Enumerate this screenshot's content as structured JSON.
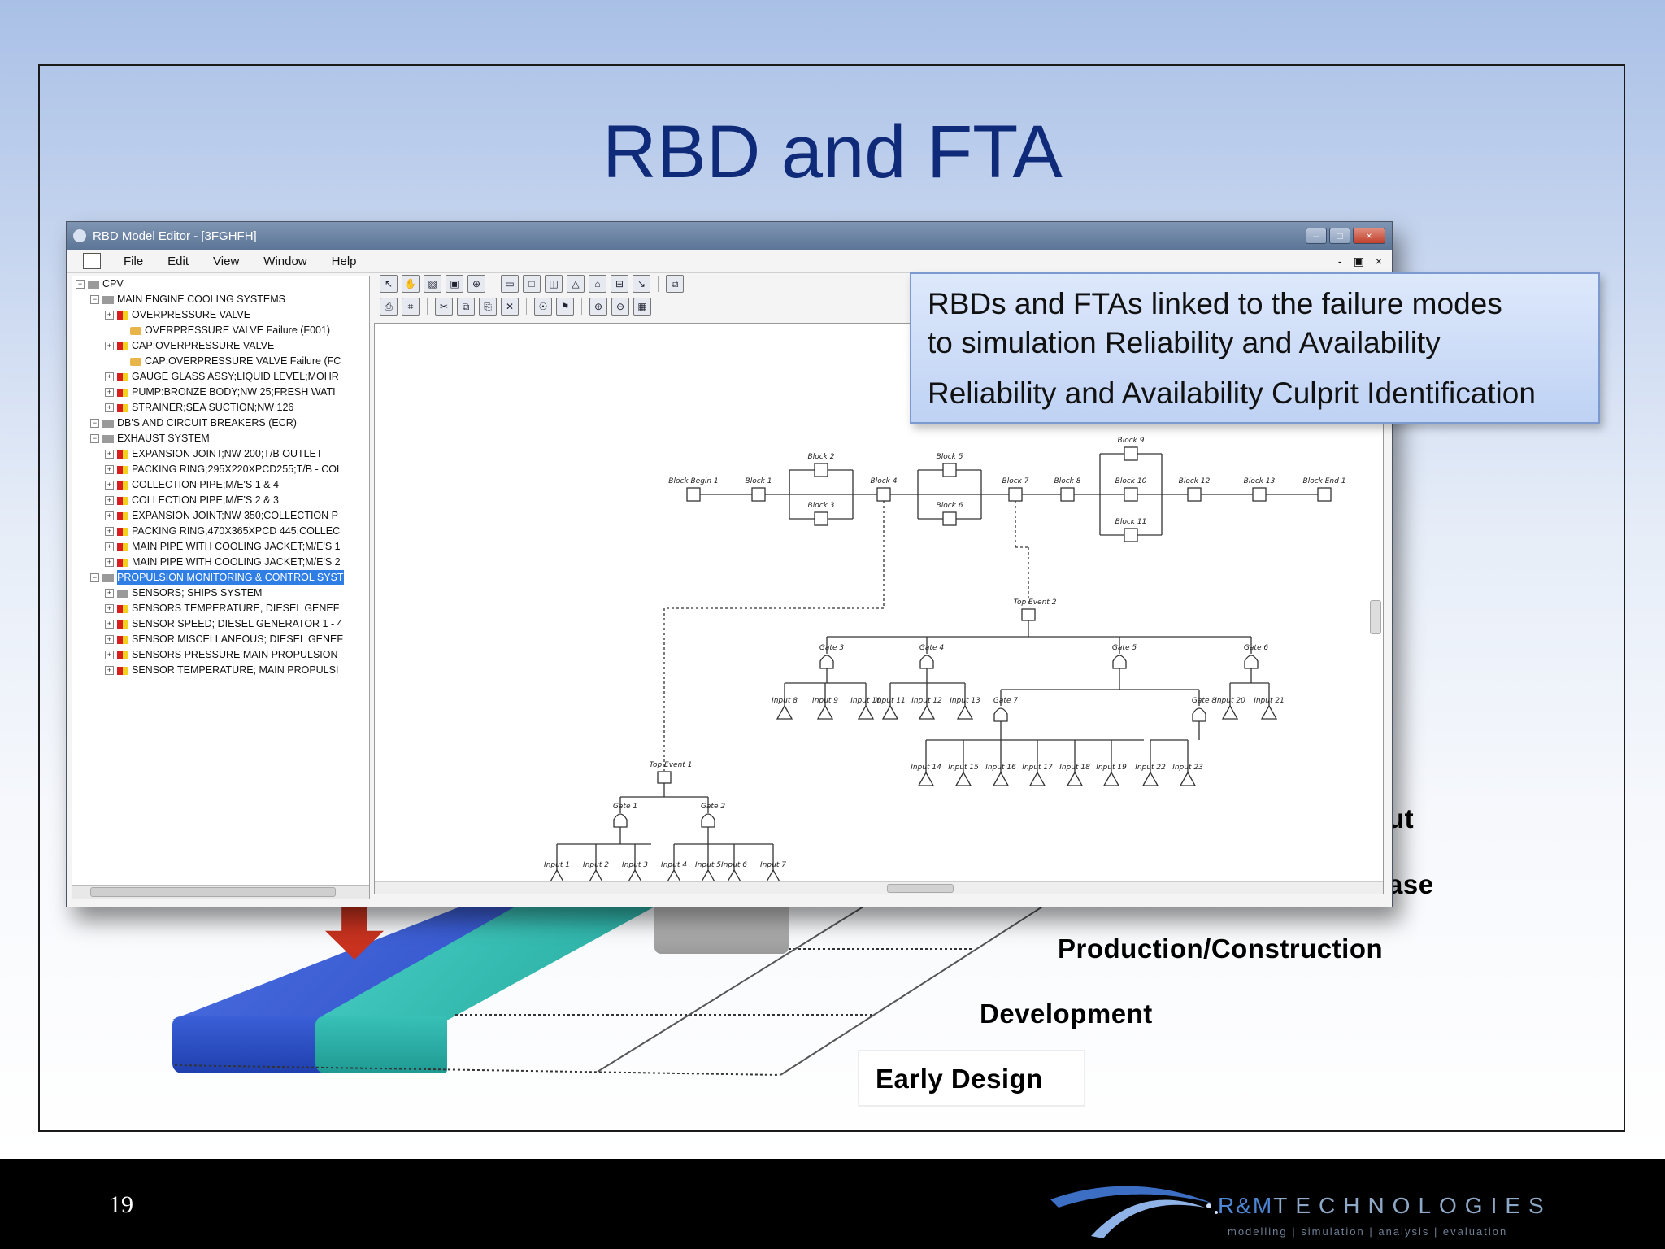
{
  "slide": {
    "title": "RBD and FTA",
    "page_number": "19",
    "callout": {
      "line1": "RBDs and FTAs  linked to the failure modes",
      "line2": "to simulation Reliability and Availability",
      "line3": "Reliability and Availability Culprit Identification"
    },
    "phases": [
      "ut",
      "ase",
      "Production/Construction",
      "Development",
      "Early Design"
    ]
  },
  "window": {
    "title": "RBD Model Editor - [3FGHFH]",
    "menu": [
      "File",
      "Edit",
      "View",
      "Window",
      "Help"
    ],
    "mdi_controls": [
      "-",
      "▣",
      "×"
    ],
    "title_buttons": [
      "–",
      "□",
      "×"
    ]
  },
  "tree": [
    {
      "level": 0,
      "icon": "gray",
      "label": "CPV"
    },
    {
      "level": 1,
      "icon": "gray",
      "label": "MAIN ENGINE COOLING SYSTEMS"
    },
    {
      "level": 2,
      "icon": "red",
      "label": "OVERPRESSURE VALVE"
    },
    {
      "level": 3,
      "icon": "gear",
      "label": "OVERPRESSURE VALVE Failure (F001)"
    },
    {
      "level": 2,
      "icon": "red",
      "label": "CAP:OVERPRESSURE VALVE"
    },
    {
      "level": 3,
      "icon": "gear",
      "label": "CAP:OVERPRESSURE VALVE Failure (FC"
    },
    {
      "level": 2,
      "icon": "red",
      "label": "GAUGE GLASS ASSY;LIQUID LEVEL;MOHR"
    },
    {
      "level": 2,
      "icon": "red",
      "label": "PUMP:BRONZE BODY;NW 25;FRESH WATI"
    },
    {
      "level": 2,
      "icon": "red",
      "label": "STRAINER;SEA SUCTION;NW 126"
    },
    {
      "level": 1,
      "icon": "gray",
      "label": "DB'S AND CIRCUIT BREAKERS (ECR)"
    },
    {
      "level": 1,
      "icon": "gray",
      "label": "EXHAUST SYSTEM"
    },
    {
      "level": 2,
      "icon": "red",
      "label": "EXPANSION JOINT;NW 200;T/B OUTLET"
    },
    {
      "level": 2,
      "icon": "red",
      "label": "PACKING RING;295X220XPCD255;T/B - COL"
    },
    {
      "level": 2,
      "icon": "red",
      "label": "COLLECTION PIPE;M/E'S 1 & 4"
    },
    {
      "level": 2,
      "icon": "red",
      "label": "COLLECTION PIPE;M/E'S 2 & 3"
    },
    {
      "level": 2,
      "icon": "red",
      "label": "EXPANSION JOINT;NW 350;COLLECTION P"
    },
    {
      "level": 2,
      "icon": "red",
      "label": "PACKING RING;470X365XPCD 445;COLLEC"
    },
    {
      "level": 2,
      "icon": "red",
      "label": "MAIN PIPE WITH COOLING JACKET;M/E'S 1"
    },
    {
      "level": 2,
      "icon": "red",
      "label": "MAIN PIPE WITH COOLING JACKET;M/E'S 2"
    },
    {
      "level": 1,
      "icon": "gray",
      "label": "PROPULSION MONITORING & CONTROL SYST",
      "selected": true
    },
    {
      "level": 2,
      "icon": "gray",
      "label": "SENSORS; SHIPS SYSTEM"
    },
    {
      "level": 2,
      "icon": "red",
      "label": "SENSORS TEMPERATURE, DIESEL GENEF"
    },
    {
      "level": 2,
      "icon": "red",
      "label": "SENSOR SPEED; DIESEL GENERATOR 1 - 4"
    },
    {
      "level": 2,
      "icon": "red",
      "label": "SENSOR MISCELLANEOUS; DIESEL GENEF"
    },
    {
      "level": 2,
      "icon": "red",
      "label": "SENSORS PRESSURE MAIN PROPULSION"
    },
    {
      "level": 2,
      "icon": "red",
      "label": "SENSOR TEMPERATURE; MAIN PROPULSI"
    }
  ],
  "toolbar": {
    "row1": [
      "↖",
      "✋",
      "▧",
      "▣",
      "⊕",
      "|",
      "▭",
      "□",
      "◫",
      "△",
      "⌂",
      "⊟",
      "↘",
      "|",
      "⧉"
    ],
    "row2": [
      "⎙",
      "⌗",
      "|",
      "✂",
      "⧉",
      "⎘",
      "✕",
      "|",
      "☉",
      "⚑",
      "|",
      "⊕",
      "⊖",
      "▦"
    ]
  },
  "diagram": {
    "rbd_blocks": [
      "Block Begin 1",
      "Block 1",
      "Block 2",
      "Block 3",
      "Block 4",
      "Block 5",
      "Block 6",
      "Block 7",
      "Block 8",
      "Block 9",
      "Block 10",
      "Block 11",
      "Block 12",
      "Block 13",
      "Block End 1"
    ],
    "top_events": [
      "Top Event 1",
      "Top Event 2"
    ],
    "gates": [
      "Gate 1",
      "Gate 2",
      "Gate 3",
      "Gate 4",
      "Gate 5",
      "Gate 6",
      "Gate 7",
      "Gate 8"
    ],
    "inputs": [
      "Input 1",
      "Input 2",
      "Input 3",
      "Input 4",
      "Input 5",
      "Input 6",
      "Input 7",
      "Input 8",
      "Input 9",
      "Input 10",
      "Input 11",
      "Input 12",
      "Input 13",
      "Input 14",
      "Input 15",
      "Input 16",
      "Input 17",
      "Input 18",
      "Input 19",
      "Input 20",
      "Input 21",
      "Input 22",
      "Input 23"
    ]
  },
  "colors": {
    "title": "#0e2a78",
    "bar_blue": "#2c4bc4",
    "bar_teal": "#26a99f",
    "selection": "#2f7ee6",
    "arrow": "#c8321f"
  }
}
